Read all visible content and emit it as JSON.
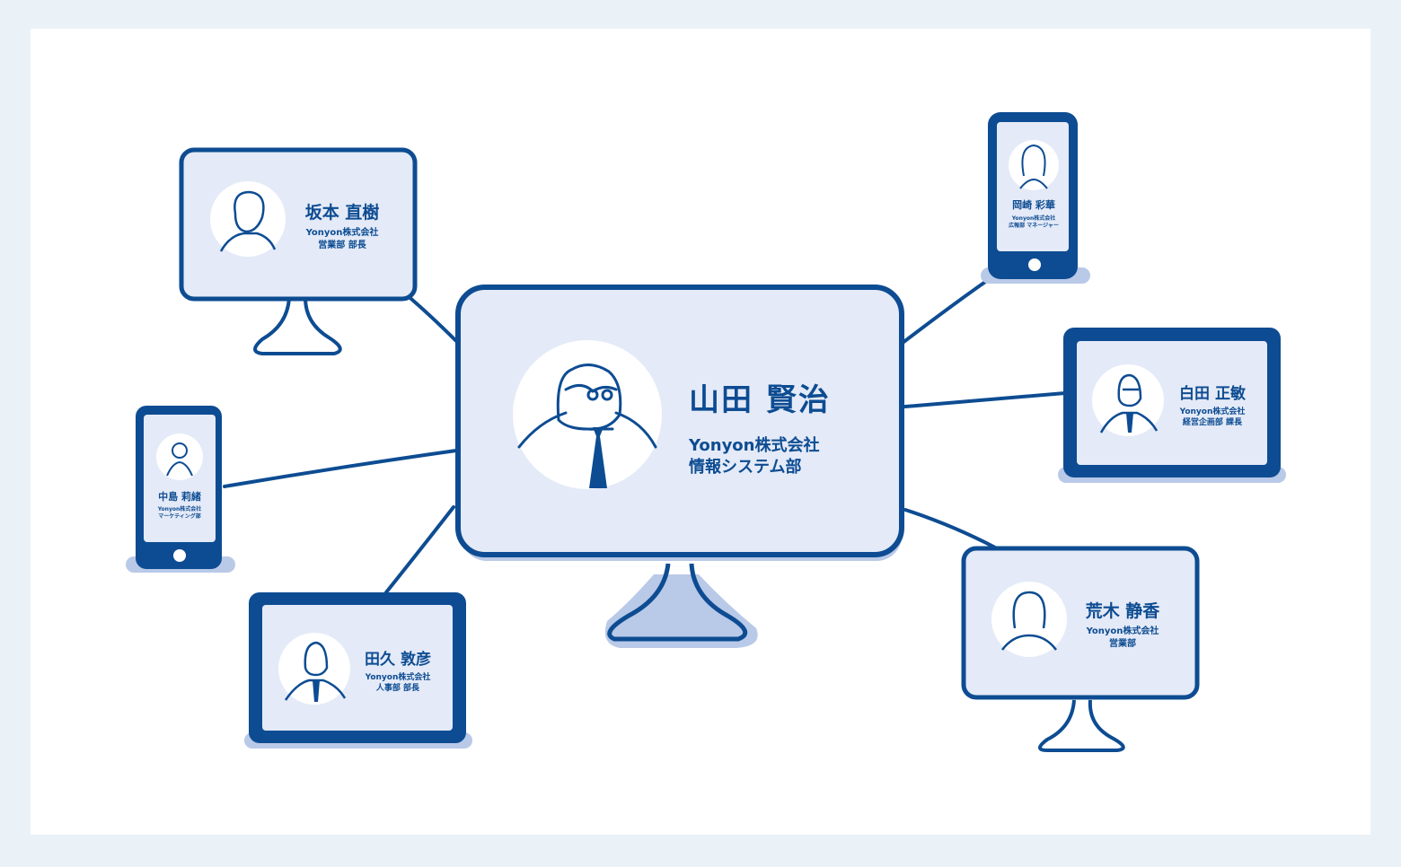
{
  "colors": {
    "stroke": "#0d4c92",
    "screen": "#e4eaf7",
    "shadow": "#b9c9e8",
    "background": "#ebf2f7",
    "canvas": "#ffffff"
  },
  "center": {
    "name": "山田 賢治",
    "company": "Yonyon株式会社",
    "dept": "情報システム部",
    "icon": "man-tie-avatar-icon"
  },
  "nodes": [
    {
      "id": "sakamoto",
      "device": "desktop-monitor",
      "name": "坂本 直樹",
      "company": "Yonyon株式会社",
      "dept": "営業部 部長"
    },
    {
      "id": "nakajima",
      "device": "smartphone",
      "name": "中島 莉緒",
      "company": "Yonyon株式会社",
      "dept": "マーケティング部"
    },
    {
      "id": "taku",
      "device": "tablet",
      "name": "田久 敦彦",
      "company": "Yonyon株式会社",
      "dept": "人事部 部長"
    },
    {
      "id": "okazaki",
      "device": "smartphone",
      "name": "岡崎 彩華",
      "company": "Yonyon株式会社",
      "dept": "広報部 マネージャー"
    },
    {
      "id": "shirota",
      "device": "tablet",
      "name": "白田 正敏",
      "company": "Yonyon株式会社",
      "dept": "経営企画部 課長"
    },
    {
      "id": "araki",
      "device": "desktop-monitor",
      "name": "荒木 静香",
      "company": "Yonyon株式会社",
      "dept": "営業部"
    }
  ]
}
